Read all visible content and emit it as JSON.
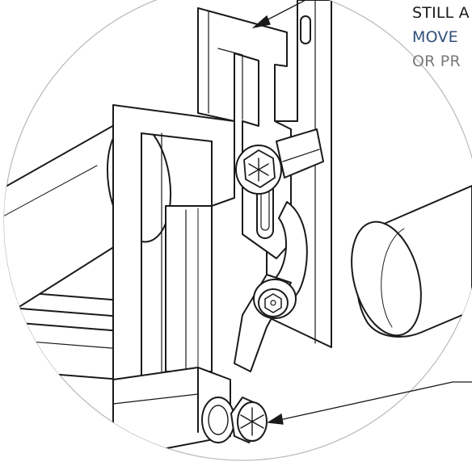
{
  "callout": {
    "lines": [
      "STILL A",
      "MOVE",
      "OR PR"
    ],
    "line_colors": [
      "#1a1a1a",
      "#2f4f7a",
      "#7a7a7a"
    ]
  },
  "colors": {
    "ink": "#1a1a1a",
    "circle": "#b8b8b8",
    "paper": "#ffffff"
  },
  "icons": {
    "upper_fastener": "hex-socket-bolt",
    "lower_fastener": "hex-head-bolt"
  }
}
